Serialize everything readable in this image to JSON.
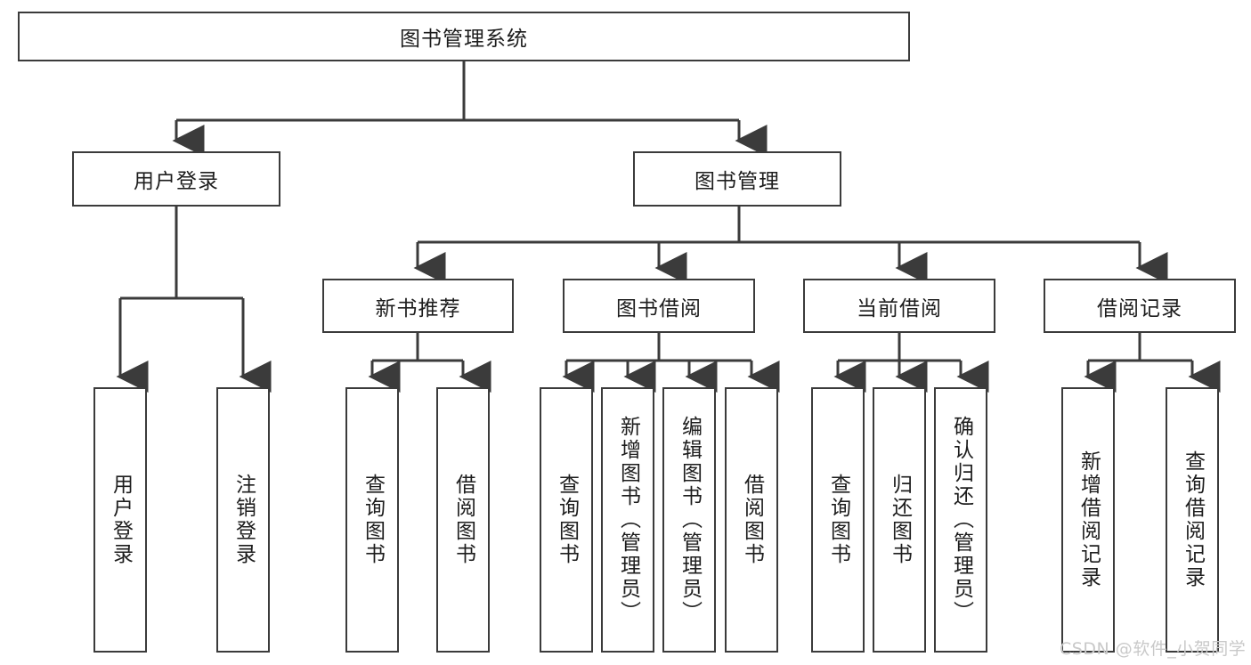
{
  "diagram": {
    "title_node": {
      "label": "图书管理系统"
    },
    "level2": [
      {
        "id": "user-login",
        "label": "用户登录"
      },
      {
        "id": "book-management",
        "label": "图书管理"
      }
    ],
    "level3": [
      {
        "id": "new-book-recommend",
        "label": "新书推荐"
      },
      {
        "id": "book-borrow",
        "label": "图书借阅"
      },
      {
        "id": "current-borrow",
        "label": "当前借阅"
      },
      {
        "id": "borrow-record",
        "label": "借阅记录"
      }
    ],
    "leaves": {
      "user_login": [
        {
          "id": "leaf-user-login",
          "label": "用户登录"
        },
        {
          "id": "leaf-logout-login",
          "label": "注销登录"
        }
      ],
      "new_book_recommend": [
        {
          "id": "leaf-query-book-1",
          "label": "查询图书"
        },
        {
          "id": "leaf-borrow-book-1",
          "label": "借阅图书"
        }
      ],
      "book_borrow": [
        {
          "id": "leaf-query-book-2",
          "label": "查询图书"
        },
        {
          "id": "leaf-add-book",
          "label": "新增图书（管理员）"
        },
        {
          "id": "leaf-edit-book",
          "label": "编辑图书（管理员）"
        },
        {
          "id": "leaf-borrow-book-2",
          "label": "借阅图书"
        }
      ],
      "current_borrow": [
        {
          "id": "leaf-query-book-3",
          "label": "查询图书"
        },
        {
          "id": "leaf-return-book",
          "label": "归还图书"
        },
        {
          "id": "leaf-confirm-return",
          "label": "确认归还（管理员）"
        }
      ],
      "borrow_record": [
        {
          "id": "leaf-add-borrow-record",
          "label": "新增借阅记录"
        },
        {
          "id": "leaf-query-borrow-record",
          "label": "查询借阅记录"
        }
      ]
    }
  },
  "watermark": {
    "text": "CSDN @软件_小贺同学"
  },
  "colors": {
    "stroke": "#3b3b3b",
    "text": "#1d1d1d",
    "background": "#ffffff",
    "watermark": "#c9c9c9"
  }
}
